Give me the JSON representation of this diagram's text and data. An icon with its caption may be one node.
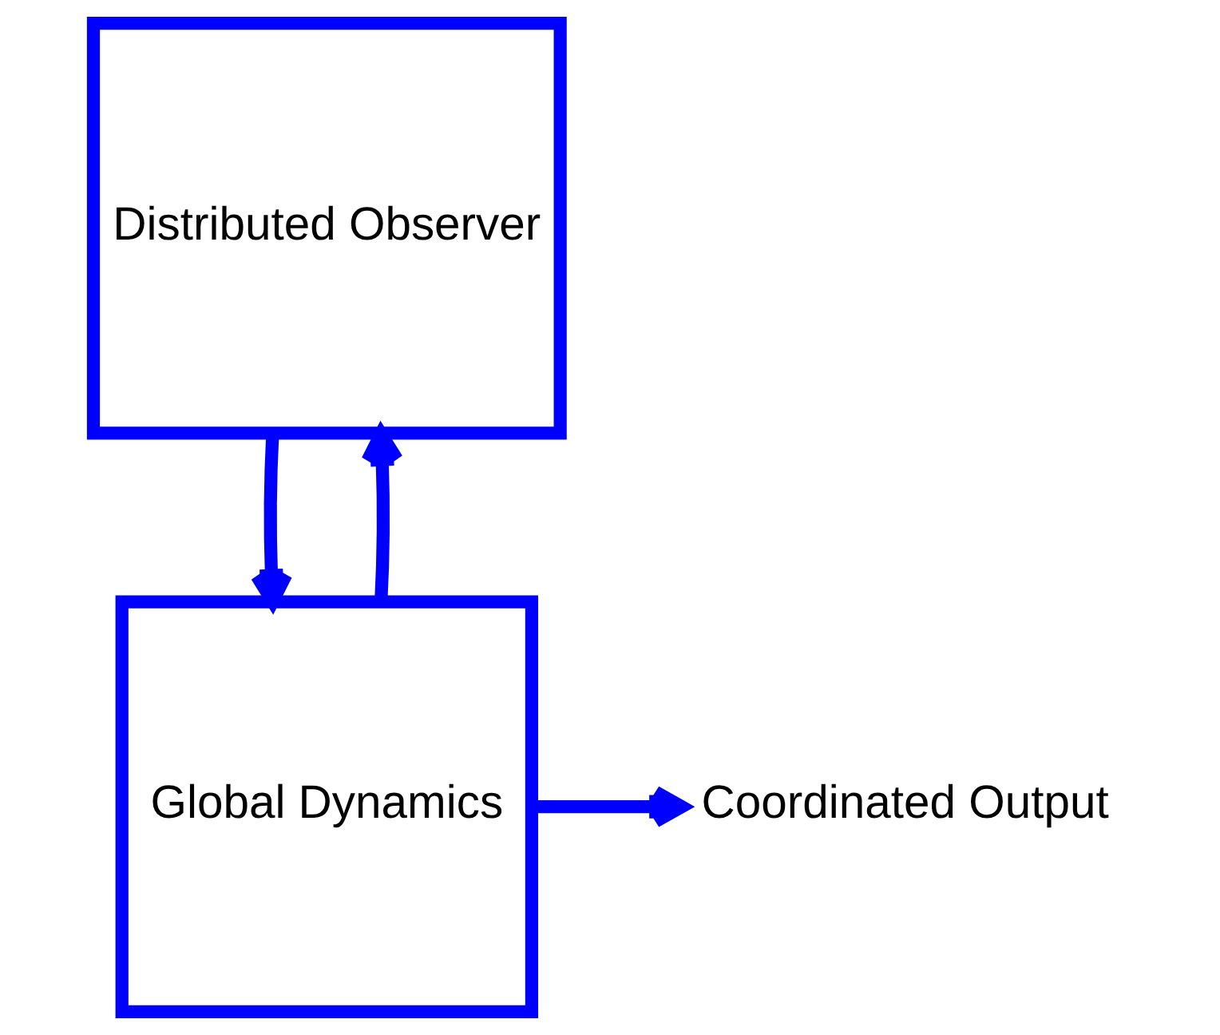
{
  "diagram": {
    "nodes": [
      {
        "text": [
          "Distributed Observer"
        ]
      },
      {
        "text": [
          "Global Dynamics"
        ]
      },
      {
        "text": [
          "Coordinated Output"
        ]
      }
    ],
    "edges": [
      {
        "from": 0,
        "to": 1,
        "arrow": "to"
      },
      {
        "from": 1,
        "to": 0,
        "arrow": "to"
      },
      {
        "from": 1,
        "to": 2,
        "arrow": "to"
      }
    ]
  }
}
